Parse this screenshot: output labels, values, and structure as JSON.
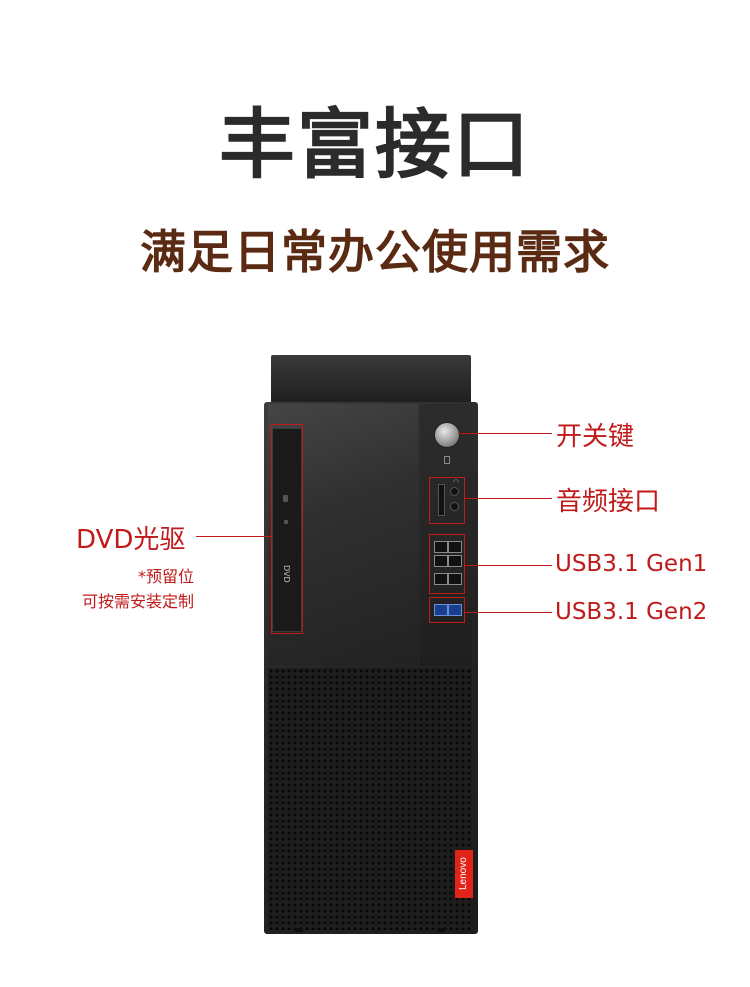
{
  "header": {
    "title": "丰富接口",
    "subtitle": "满足日常办公使用需求"
  },
  "callouts": {
    "power": "开关键",
    "audio": "音频接口",
    "usb_gen1": "USB3.1 Gen1",
    "usb_gen2": "USB3.1 Gen2",
    "dvd": "DVD光驱",
    "dvd_note_1": "*预留位",
    "dvd_note_2": "可按需安装定制"
  },
  "product": {
    "brand": "Lenovo",
    "drive_logo": "DVD"
  },
  "colors": {
    "accent": "#c01a1a",
    "title": "#2b2b2b",
    "subtitle": "#5a2a12",
    "brand_badge": "#e2231a"
  }
}
